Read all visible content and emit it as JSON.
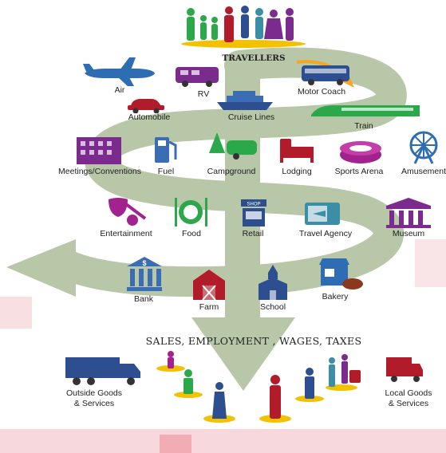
{
  "header": {
    "title": "TRAVELLERS"
  },
  "footer": {
    "title": "SALES, EMPLOYMENT , WAGES, TAXES"
  },
  "transport": {
    "air": "Air",
    "rv": "RV",
    "motor_coach": "Motor Coach",
    "automobile": "Automobile",
    "cruise_lines": "Cruise Lines",
    "train": "Train"
  },
  "services": {
    "meetings": "Meetings/Conventions",
    "fuel": "Fuel",
    "campground": "Campground",
    "lodging": "Lodging",
    "sports_arena": "Sports Arena",
    "amusement": "Amusement"
  },
  "activities": {
    "entertainment": "Entertainment",
    "food": "Food",
    "retail": "Retail",
    "retail_sign": "SHOP",
    "travel_agency": "Travel Agency",
    "museum": "Museum"
  },
  "community": {
    "bank": "Bank",
    "bank_sign": "$",
    "farm": "Farm",
    "school": "School",
    "bakery": "Bakery"
  },
  "goods": {
    "outside_line1": "Outside Goods",
    "outside_line2": "& Services",
    "local_line1": "Local Goods",
    "local_line2": "& Services"
  },
  "colors": {
    "flow": "#b7c7a8",
    "green": "#2aa84a",
    "purple": "#7b2a8e",
    "red": "#b11b2a",
    "blue": "#2e4f8f",
    "teal": "#3b8ea5",
    "magenta": "#a3238e",
    "yellow": "#f2c200",
    "orange": "#f5a623",
    "stripe": "#e65d6b"
  }
}
